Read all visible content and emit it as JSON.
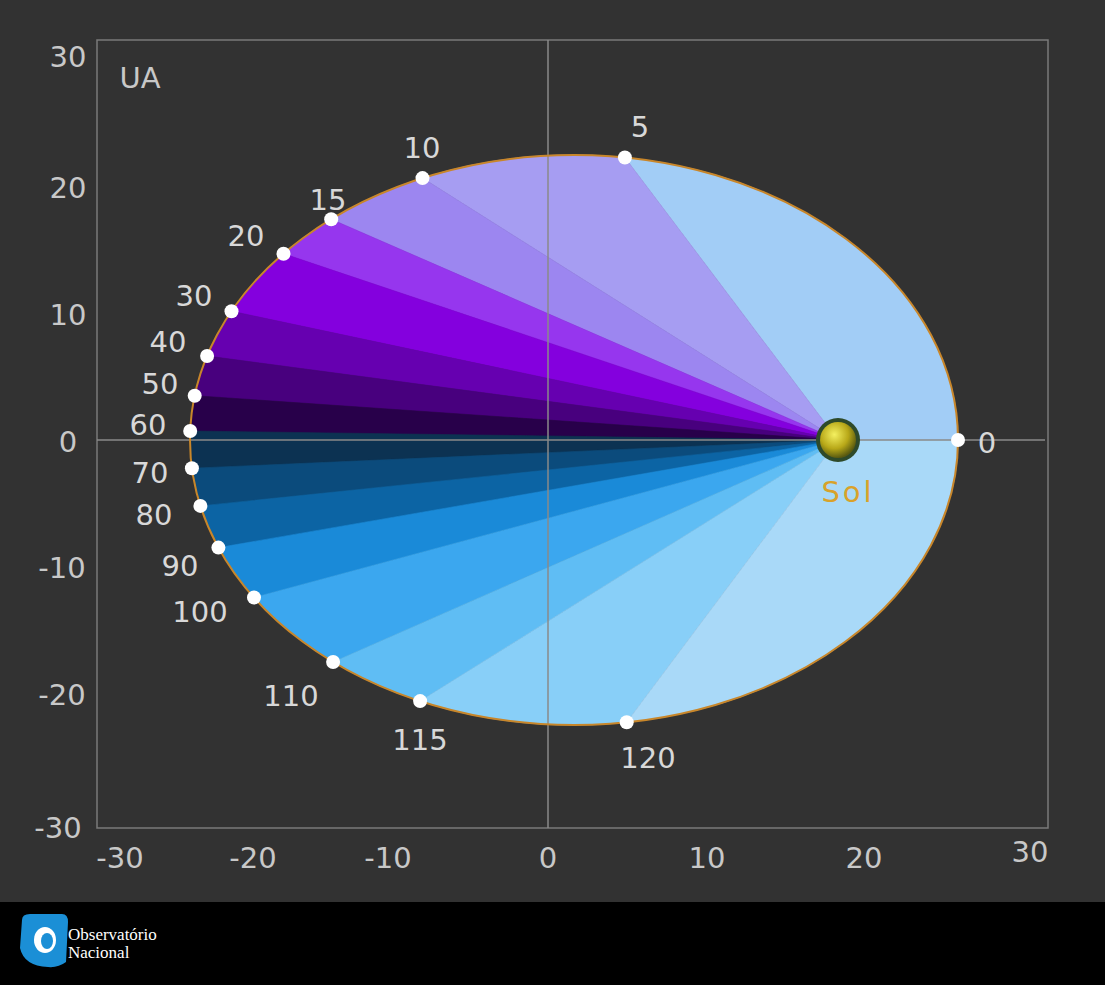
{
  "diagram": {
    "labels": [
      "UA",
      "30",
      "20",
      "10",
      "0",
      "-10",
      "-20",
      "-30",
      "-30",
      "-20",
      "-10",
      "0",
      "10",
      "20",
      "30",
      "0",
      "5",
      "10",
      "15",
      "20",
      "30",
      "40",
      "50",
      "60",
      "70",
      "80",
      "90",
      "100",
      "110",
      "115",
      "120",
      "Sol",
      "Observatório Nacional"
    ]
  }
}
